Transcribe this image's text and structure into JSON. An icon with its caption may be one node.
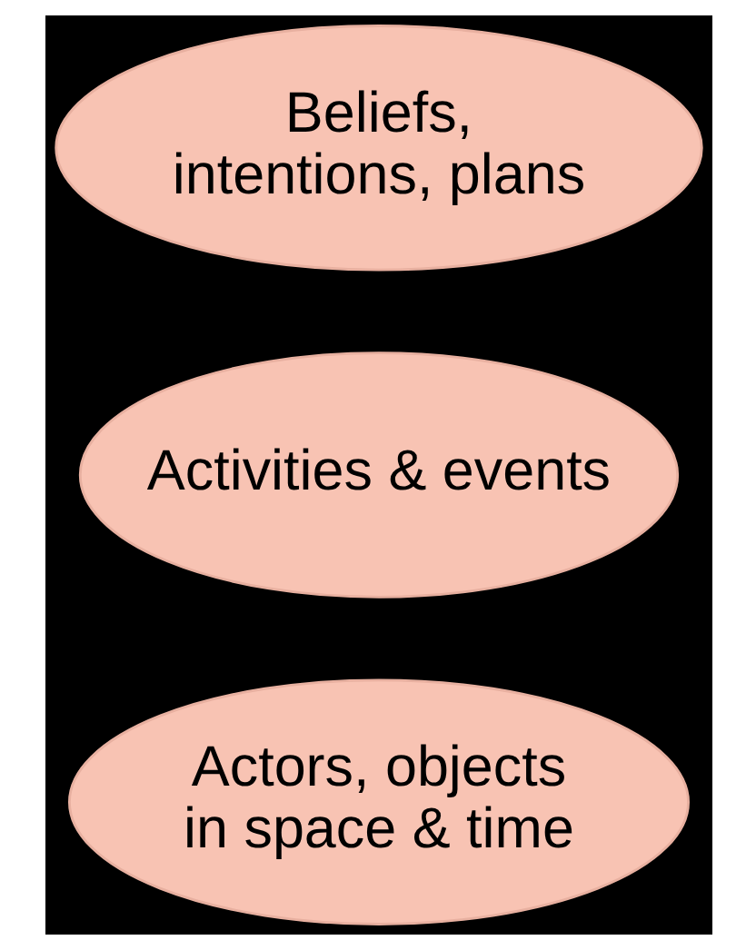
{
  "diagram": {
    "nodes": [
      {
        "text": [
          "Beliefs, intentions, plans"
        ]
      },
      {
        "text": [
          "Activities & events"
        ]
      },
      {
        "text": [
          "Actors, objects in space & time"
        ]
      }
    ]
  }
}
